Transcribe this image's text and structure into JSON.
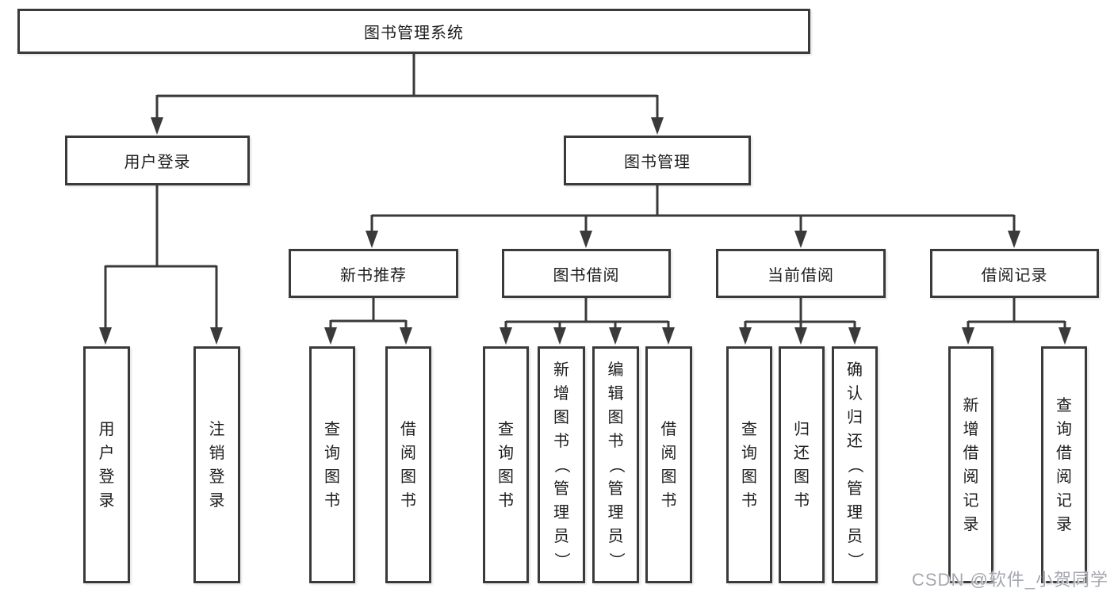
{
  "diagram_type": "functional-structure-tree",
  "tree": {
    "label": "图书管理系统",
    "children": [
      {
        "label": "用户登录",
        "children": [
          {
            "label": "用户登录"
          },
          {
            "label": "注销登录"
          }
        ]
      },
      {
        "label": "图书管理",
        "children": [
          {
            "label": "新书推荐",
            "children": [
              {
                "label": "查询图书"
              },
              {
                "label": "借阅图书"
              }
            ]
          },
          {
            "label": "图书借阅",
            "children": [
              {
                "label": "查询图书"
              },
              {
                "label": "新增图书（管理员）"
              },
              {
                "label": "编辑图书（管理员）"
              },
              {
                "label": "借阅图书"
              }
            ]
          },
          {
            "label": "当前借阅",
            "children": [
              {
                "label": "查询图书"
              },
              {
                "label": "归还图书"
              },
              {
                "label": "确认归还（管理员）"
              }
            ]
          },
          {
            "label": "借阅记录",
            "children": [
              {
                "label": "新增借阅记录"
              },
              {
                "label": "查询借阅记录"
              }
            ]
          }
        ]
      }
    ]
  },
  "watermark": "CSDN @软件_小贺同学",
  "colors": {
    "line": "#3a3a3a",
    "text": "#1d1d1d",
    "background": "#ffffff",
    "watermark": "#a5a8b0"
  }
}
